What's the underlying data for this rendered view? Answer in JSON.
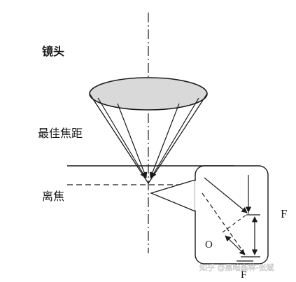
{
  "labels": {
    "lens": "镜头",
    "best_focus": "最佳焦距",
    "defocus": "离焦"
  },
  "inset": {
    "label_right": "F",
    "label_o": "O",
    "label_bottom": "F"
  },
  "watermark": "知乎 @黑暗森林-张斌",
  "colors": {
    "lens_fill": "#d9d9d9",
    "stroke": "#1a1a1a"
  }
}
